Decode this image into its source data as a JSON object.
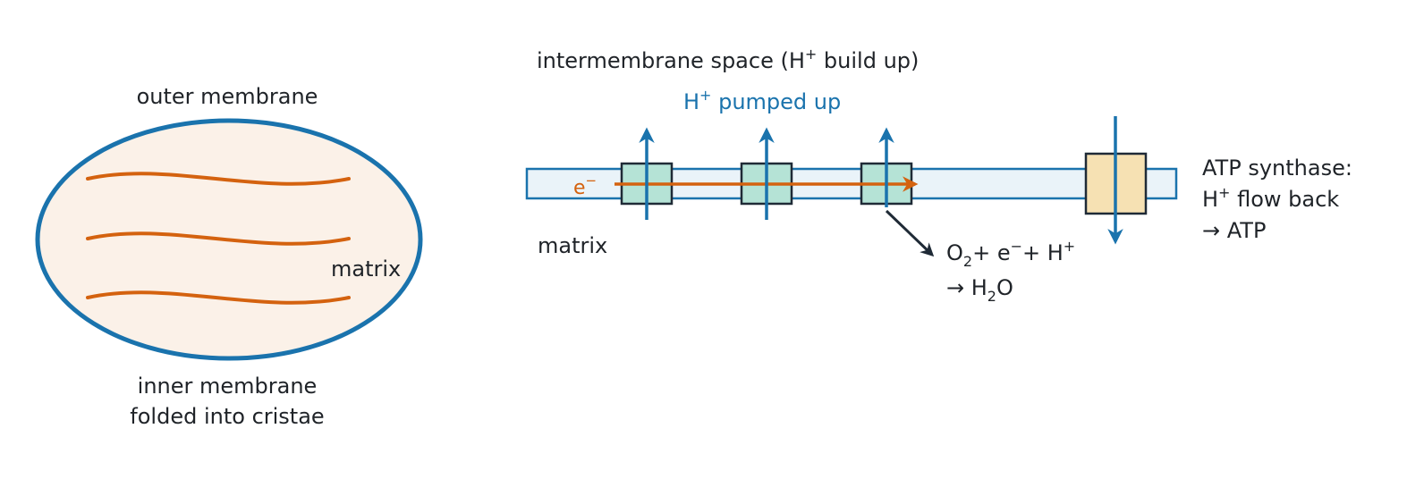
{
  "mitochondrion": {
    "outer_membrane_label": "outer membrane",
    "matrix_label": "matrix",
    "inner_membrane_label_line1": "inner membrane",
    "inner_membrane_label_line2": "folded into cristae"
  },
  "chain": {
    "intermembrane_label": "intermembrane space (H",
    "intermembrane_sup": "+",
    "intermembrane_tail": " build up)",
    "pumped_label": "H",
    "pumped_sup": "+",
    "pumped_tail": " pumped up",
    "electron_label": "e",
    "electron_sup": "−",
    "matrix_label": "matrix",
    "reaction_o": "O",
    "reaction_o_sub": "2",
    "reaction_plus1": "+ e",
    "reaction_e_sup": "−",
    "reaction_plus2": "+ H",
    "reaction_h_sup": "+",
    "reaction_arrow": "→ H",
    "reaction_h_sub": "2",
    "reaction_tail": "O",
    "synthase_line1": "ATP synthase:",
    "synthase_line2_h": "H",
    "synthase_line2_sup": "+",
    "synthase_line2_tail": " flow back",
    "synthase_line3": "→ ATP"
  },
  "colors": {
    "membrane_blue": "#1a73ad",
    "crista_orange": "#d4620f",
    "matrix_fill": "#fbf1e8",
    "membrane_fill": "#eaf3f9",
    "complex_fill": "#b5e3d6",
    "synthase_fill": "#f6e1b3",
    "dark": "#1f2a36"
  }
}
